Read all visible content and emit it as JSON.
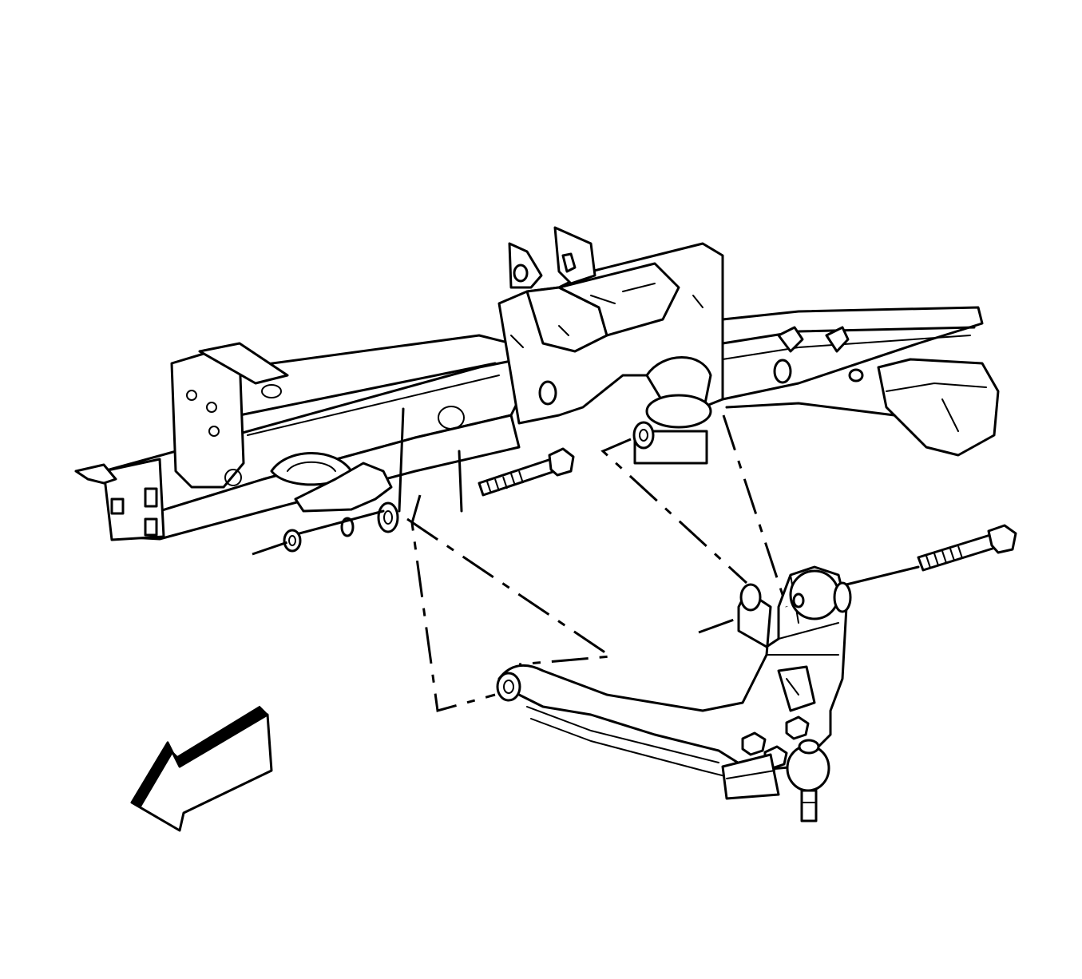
{
  "figure": {
    "components": [
      "frame-rail",
      "crossmember",
      "front-bolt",
      "front-washer",
      "front-nut",
      "rear-bolt",
      "rear-nut",
      "lower-control-arm",
      "ball-joint",
      "direction-arrow"
    ]
  }
}
